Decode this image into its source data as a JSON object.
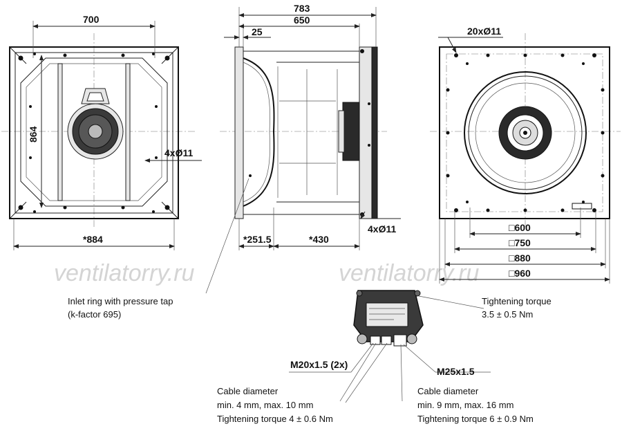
{
  "watermark": {
    "text": "ventilatorry.ru"
  },
  "front_view": {
    "dim_top": "700",
    "dim_left": "864",
    "dim_holes": "4xØ11",
    "dim_bottom": "*884"
  },
  "side_view": {
    "dim_overall": "783",
    "dim_body": "650",
    "dim_flange": "25",
    "dim_inlet": "*251.5",
    "dim_depth": "*430",
    "dim_holes": "4xØ11"
  },
  "rear_view": {
    "dim_holes": "20xØ11",
    "dims": [
      "□600",
      "□750",
      "□880",
      "□960"
    ]
  },
  "annotations": {
    "inlet_line1": "Inlet ring with pressure tap",
    "inlet_line2": "(k-factor 695)",
    "torque_line1": "Tightening torque",
    "torque_line2": "3.5 ± 0.5 Nm",
    "gland_small": "M20x1.5 (2x)",
    "gland_large": "M25x1.5",
    "cable_small_line1": "Cable diameter",
    "cable_small_line2": "min. 4 mm, max. 10 mm",
    "cable_small_line3": "Tightening torque  4 ± 0.6 Nm",
    "cable_large_line1": "Cable diameter",
    "cable_large_line2": "min.  9 mm, max. 16 mm",
    "cable_large_line3": "Tightening torque 6 ± 0.9 Nm"
  }
}
